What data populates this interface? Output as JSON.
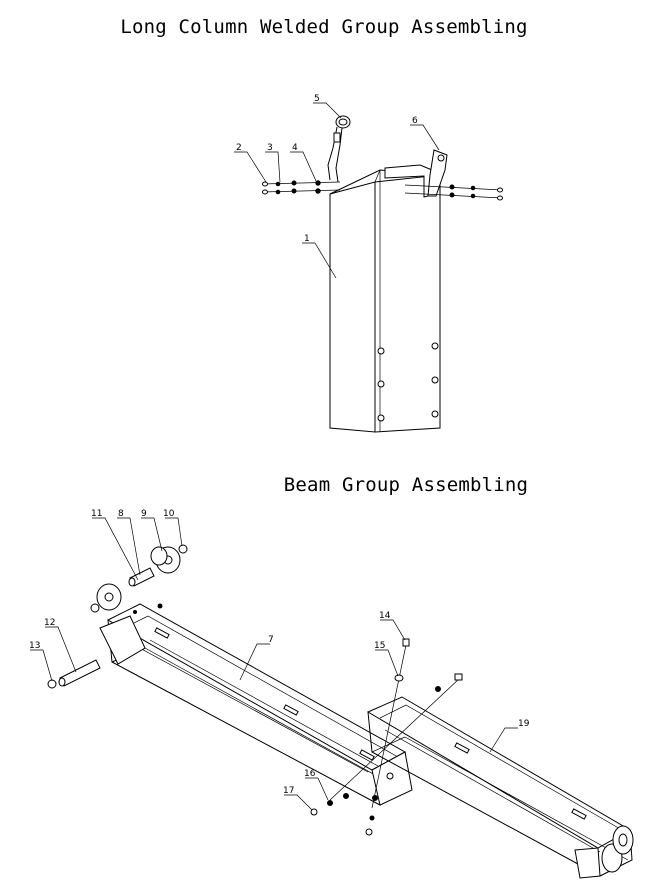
{
  "titles": {
    "column": "Long Column Welded Group Assembling",
    "beam": "Beam Group Assembling"
  },
  "callouts": {
    "c1": "1",
    "c2": "2",
    "c3": "3",
    "c4": "4",
    "c5": "5",
    "c6": "6",
    "c7": "7",
    "c8": "8",
    "c9": "9",
    "c10": "10",
    "c11": "11",
    "c12": "12",
    "c13": "13",
    "c14": "14",
    "c15": "15",
    "c16": "16",
    "c17": "17",
    "c19": "19"
  }
}
